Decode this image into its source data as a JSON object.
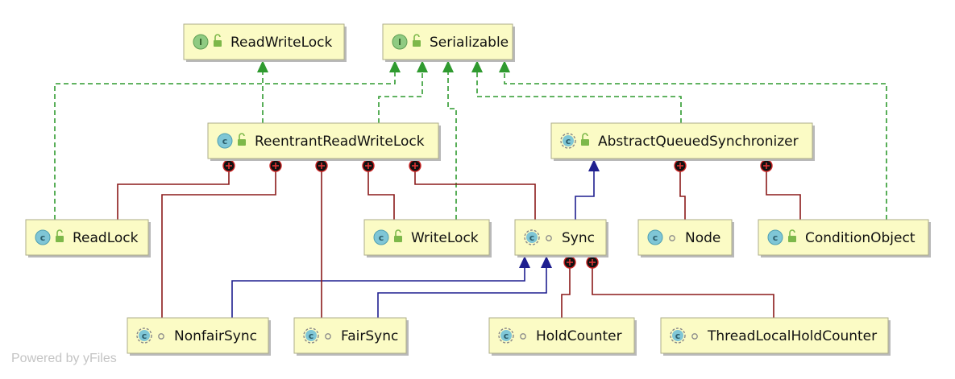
{
  "diagram": {
    "nodes": [
      {
        "id": "ReadWriteLock",
        "label": "ReadWriteLock",
        "kind": "interface",
        "visibility": "public"
      },
      {
        "id": "Serializable",
        "label": "Serializable",
        "kind": "interface",
        "visibility": "public"
      },
      {
        "id": "ReentrantReadWriteLock",
        "label": "ReentrantReadWriteLock",
        "kind": "class",
        "visibility": "public"
      },
      {
        "id": "AbstractQueuedSynchronizer",
        "label": "AbstractQueuedSynchronizer",
        "kind": "abstract-class",
        "visibility": "public"
      },
      {
        "id": "ReadLock",
        "label": "ReadLock",
        "kind": "class",
        "visibility": "public"
      },
      {
        "id": "WriteLock",
        "label": "WriteLock",
        "kind": "class",
        "visibility": "public"
      },
      {
        "id": "Sync",
        "label": "Sync",
        "kind": "abstract-class",
        "visibility": "package"
      },
      {
        "id": "Node",
        "label": "Node",
        "kind": "class",
        "visibility": "package"
      },
      {
        "id": "ConditionObject",
        "label": "ConditionObject",
        "kind": "class",
        "visibility": "public"
      },
      {
        "id": "NonfairSync",
        "label": "NonfairSync",
        "kind": "abstract-class",
        "visibility": "package"
      },
      {
        "id": "FairSync",
        "label": "FairSync",
        "kind": "abstract-class",
        "visibility": "package"
      },
      {
        "id": "HoldCounter",
        "label": "HoldCounter",
        "kind": "abstract-class",
        "visibility": "package"
      },
      {
        "id": "ThreadLocalHoldCounter",
        "label": "ThreadLocalHoldCounter",
        "kind": "abstract-class",
        "visibility": "package"
      }
    ],
    "edges": [
      {
        "from": "ReadLock",
        "to": "Serializable",
        "type": "implements"
      },
      {
        "from": "ReentrantReadWriteLock",
        "to": "ReadWriteLock",
        "type": "implements"
      },
      {
        "from": "ReentrantReadWriteLock",
        "to": "Serializable",
        "type": "implements"
      },
      {
        "from": "WriteLock",
        "to": "Serializable",
        "type": "implements"
      },
      {
        "from": "AbstractQueuedSynchronizer",
        "to": "Serializable",
        "type": "implements"
      },
      {
        "from": "ConditionObject",
        "to": "Serializable",
        "type": "implements"
      },
      {
        "from": "Sync",
        "to": "AbstractQueuedSynchronizer",
        "type": "extends"
      },
      {
        "from": "NonfairSync",
        "to": "Sync",
        "type": "extends"
      },
      {
        "from": "FairSync",
        "to": "Sync",
        "type": "extends"
      },
      {
        "from": "ReadLock",
        "to": "ReentrantReadWriteLock",
        "type": "inner"
      },
      {
        "from": "NonfairSync",
        "to": "ReentrantReadWriteLock",
        "type": "inner"
      },
      {
        "from": "FairSync",
        "to": "ReentrantReadWriteLock",
        "type": "inner"
      },
      {
        "from": "WriteLock",
        "to": "ReentrantReadWriteLock",
        "type": "inner"
      },
      {
        "from": "Sync",
        "to": "ReentrantReadWriteLock",
        "type": "inner"
      },
      {
        "from": "Node",
        "to": "AbstractQueuedSynchronizer",
        "type": "inner"
      },
      {
        "from": "ConditionObject",
        "to": "AbstractQueuedSynchronizer",
        "type": "inner"
      },
      {
        "from": "HoldCounter",
        "to": "Sync",
        "type": "inner"
      },
      {
        "from": "ThreadLocalHoldCounter",
        "to": "Sync",
        "type": "inner"
      }
    ],
    "colors": {
      "implements": "#2f9a2f",
      "extends": "#1f1f8f",
      "inner": "#8b1a1a",
      "node_fill": "#fbfbc5",
      "interface_icon": "#8fcb82",
      "class_icon": "#7fc6d6",
      "lock_icon": "#7db84a"
    }
  },
  "footer": {
    "text": "Powered by yFiles"
  }
}
